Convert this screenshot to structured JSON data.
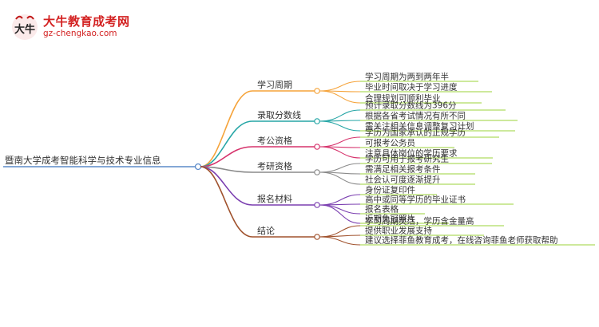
{
  "logo": {
    "title": "大牛教育成考网",
    "url": "gz-chengkao.com",
    "mark_text": "大牛"
  },
  "root": "暨南大学成考智能科学与技术专业信息",
  "branches": [
    {
      "label": "学习周期",
      "color": "#f5a33a",
      "leaves": [
        "学习周期为两到两年半",
        "毕业时间取决于学习进度",
        "合理规划可顺利毕业"
      ]
    },
    {
      "label": "录取分数线",
      "color": "#26a6a6",
      "leaves": [
        "预计录取分数线为396分",
        "根据各省考试情况有所不同",
        "需关注相关信息调整复习计划"
      ]
    },
    {
      "label": "考公资格",
      "color": "#d6336c",
      "leaves": [
        "学历为国家承认的正规学历",
        "可报考公务员",
        "注意具体岗位的学历要求"
      ]
    },
    {
      "label": "考研资格",
      "color": "#8a8a8a",
      "leaves": [
        "学历可用于报考研究生",
        "需满足相关报考条件",
        "社会认可度逐渐提升"
      ]
    },
    {
      "label": "报名材料",
      "color": "#7b3fb0",
      "leaves": [
        "身份证复印件",
        "高中或同等学历的毕业证书",
        "报名表格",
        "近期免冠照片"
      ]
    },
    {
      "label": "结论",
      "color": "#a0522d",
      "leaves": [
        "学习周期灵活，学历含金量高",
        "提供职业发展支持",
        "建议选择菲鱼教育成考，在线咨询菲鱼老师获取帮助"
      ]
    }
  ],
  "leaf_color": "#9bd33a"
}
